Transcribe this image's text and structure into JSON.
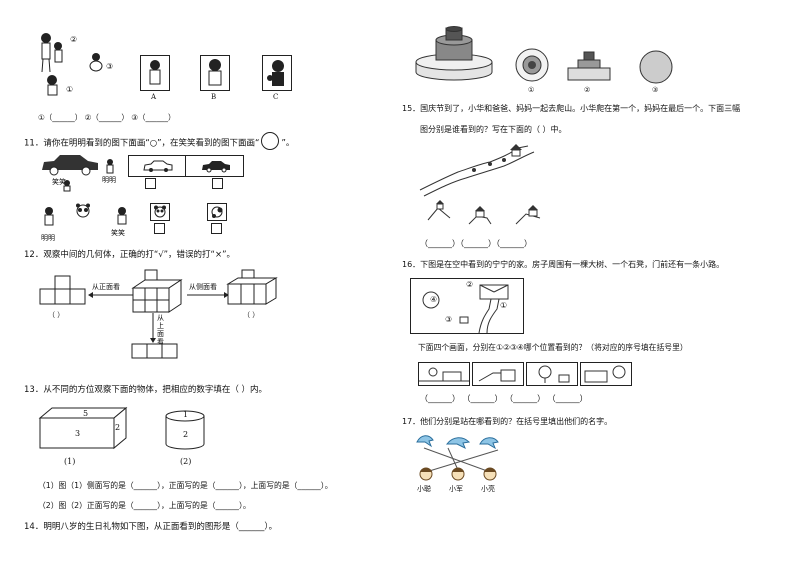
{
  "left": {
    "top_group": {
      "circle_labels": [
        "②",
        "③",
        "①"
      ],
      "option_letters": [
        "A",
        "B",
        "C"
      ],
      "answer_row": "①（______）    ②（______）    ③（______）"
    },
    "q11": {
      "prompt": "11．请你在明明看到的图下面画“○”，在笑笑看到的图下面画“",
      "prompt_end": "”。",
      "names": {
        "xiaoxiao": "笑笑",
        "mingming": "明明"
      }
    },
    "q11b": {
      "names": {
        "mingming": "明明",
        "xiaoxiao": "笑笑"
      }
    },
    "q12": {
      "prompt": "12．观察中间的几何体，正确的打“√”，错误的打“×”。",
      "from_front": "从正面看",
      "from_side": "从侧面看",
      "from_top": [
        "从",
        "上",
        "面",
        "看"
      ],
      "paren": [
        "（    ）",
        "（    ）"
      ]
    },
    "q13": {
      "prompt": "13．从不同的方位观察下面的物体，把相应的数字填在（        ）内。",
      "box_numbers": [
        "5",
        "3",
        "2"
      ],
      "cyl_numbers": [
        "1",
        "2"
      ],
      "fig_labels": [
        "(1)",
        "(2)"
      ],
      "line1": "（1）图（1）侧面写的是（______），正面写的是（______），上面写的是（______）。",
      "line2": "（2）图（2）正面写的是（______），上面写的是（______）。"
    },
    "q14": {
      "prompt": "14．明明八岁的生日礼物如下图，从正面看到的图形是（______）。"
    }
  },
  "right": {
    "q14_options": [
      "①",
      "②",
      "③"
    ],
    "q15": {
      "line1": "15．国庆节到了，小华和爸爸、妈妈一起去爬山。小华爬在第一个，妈妈在最后一个。下面三幅",
      "line2": "图分别是谁看到的？写在下面的（        ）中。",
      "answers": "（______）（______）（______）"
    },
    "q16": {
      "prompt": "16．下图是在空中看到的宁宁的家。房子周围有一棵大树、一个石凳，门前还有一条小路。",
      "map_labels": [
        "④",
        "②",
        "③",
        "①"
      ],
      "question": "下面四个画面，分别在①②③④哪个位置看到的？（将对应的序号填在括号里）",
      "answers": "（______）    （______）    （______）    （______）"
    },
    "q17": {
      "prompt": "17．他们分别是站在哪看到的？在括号里填出他们的名字。",
      "names": [
        "小聪",
        "小军",
        "小亮"
      ]
    }
  }
}
